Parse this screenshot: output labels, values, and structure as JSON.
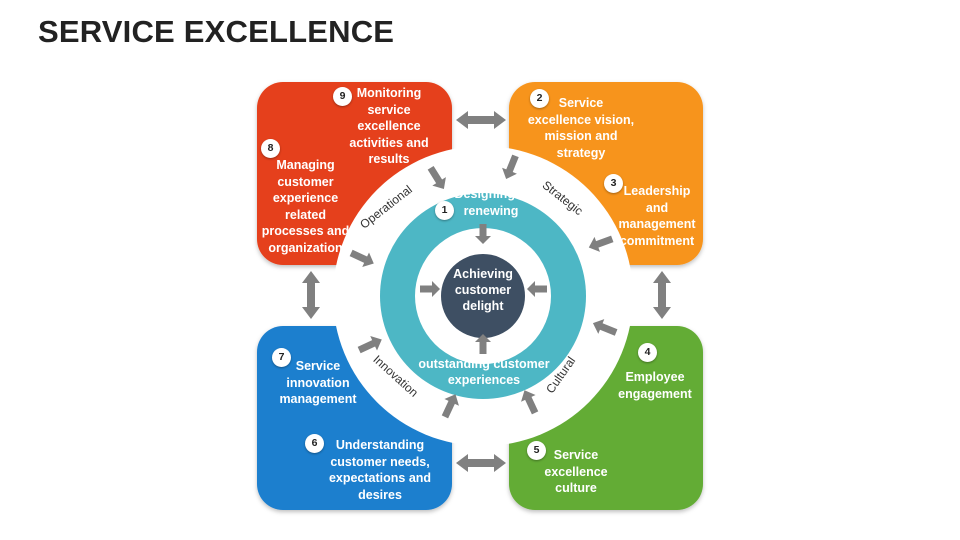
{
  "title": "SERVICE EXCELLENCE",
  "colors": {
    "red": "#e5401a",
    "orange": "#f7941d",
    "green": "#63ac35",
    "blue": "#1e7fce",
    "teal": "#4db7c5",
    "center": "#3e4f63",
    "arrow": "#808080"
  },
  "center": "Achieving\ncustomer\ndelight",
  "inner_ring": {
    "top_label": "Designing &\nrenewing",
    "top_number": "1",
    "bottom_label": "outstanding customer\nexperiences"
  },
  "ring_labels": {
    "operational": "Operational",
    "strategic": "Strategic",
    "innovation": "Innovation",
    "cultural": "Cultural"
  },
  "steps": [
    {
      "number": "2",
      "label": "Service\nexcellence vision,\nmission and\nstrategy"
    },
    {
      "number": "3",
      "label": "Leadership\nand\nmanagement\ncommitment"
    },
    {
      "number": "4",
      "label": "Employee\nengagement"
    },
    {
      "number": "5",
      "label": "Service\nexcellence\nculture"
    },
    {
      "number": "6",
      "label": "Understanding\ncustomer needs,\nexpectations and\ndesires"
    },
    {
      "number": "7",
      "label": "Service\ninnovation\nmanagement"
    },
    {
      "number": "8",
      "label": "Managing\ncustomer\nexperience\nrelated\nprocesses and\norganization"
    },
    {
      "number": "9",
      "label": "Monitoring\nservice\nexcellence\nactivities and\nresults"
    }
  ]
}
